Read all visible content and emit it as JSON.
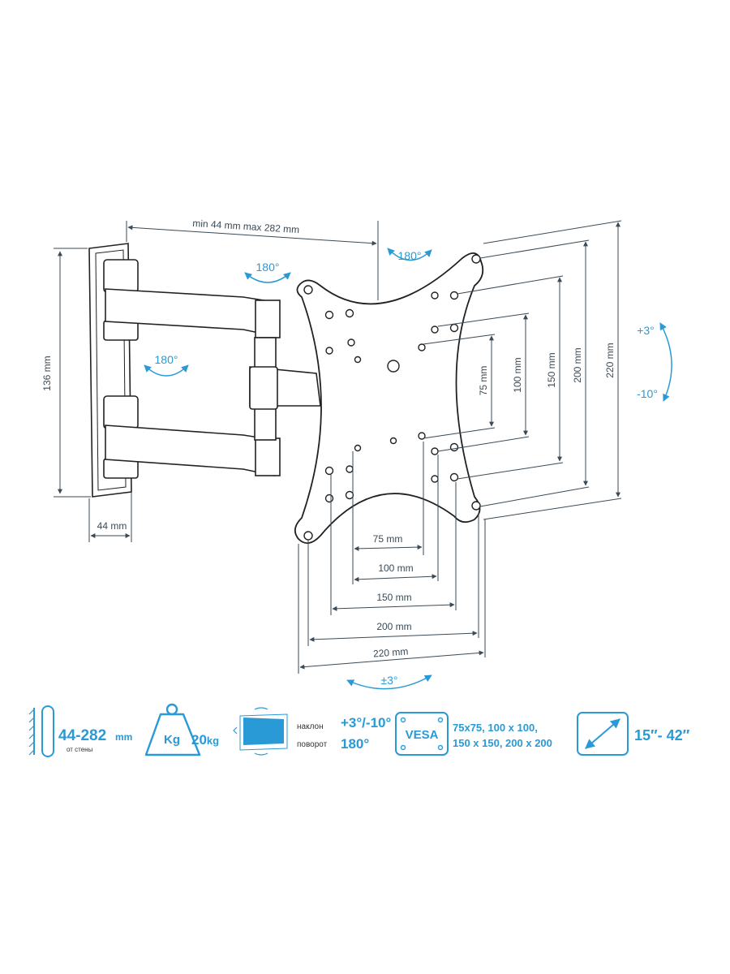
{
  "colors": {
    "accent": "#2a9ad6",
    "line": "#3a4a56",
    "drawing": "#222222"
  },
  "dimensions": {
    "arm_extension": "min 44 mm max 282 mm",
    "wall_rotation": "180°",
    "plate_rotation": "180°",
    "joint_rotation": "180°",
    "bracket_height": "136 mm",
    "bracket_depth": "44 mm",
    "tilt_up": "+3°",
    "tilt_down": "-10°",
    "swivel": "±3°",
    "vertical": [
      "75 mm",
      "100 mm",
      "150 mm",
      "200 mm",
      "220 mm"
    ],
    "horizontal": [
      "75 mm",
      "100 mm",
      "150 mm",
      "200 mm",
      "220 mm"
    ]
  },
  "specs": {
    "distance": {
      "value": "44-282",
      "unit": "mm",
      "caption": "от стены",
      "icon": "wall-distance-icon"
    },
    "load": {
      "badge": "Kg",
      "value": "20",
      "unit": "kg",
      "icon": "weight-icon"
    },
    "motion": {
      "tilt_label": "наклон",
      "tilt_value": "+3°/-10°",
      "swivel_label": "поворот",
      "swivel_value": "180°",
      "icon": "tilt-swivel-icon"
    },
    "vesa": {
      "badge": "VESA",
      "line1": "75x75, 100 x 100,",
      "line2": "150 x 150, 200 x 200",
      "icon": "vesa-icon"
    },
    "screen": {
      "value": "15″- 42″",
      "icon": "screen-diagonal-icon"
    }
  }
}
